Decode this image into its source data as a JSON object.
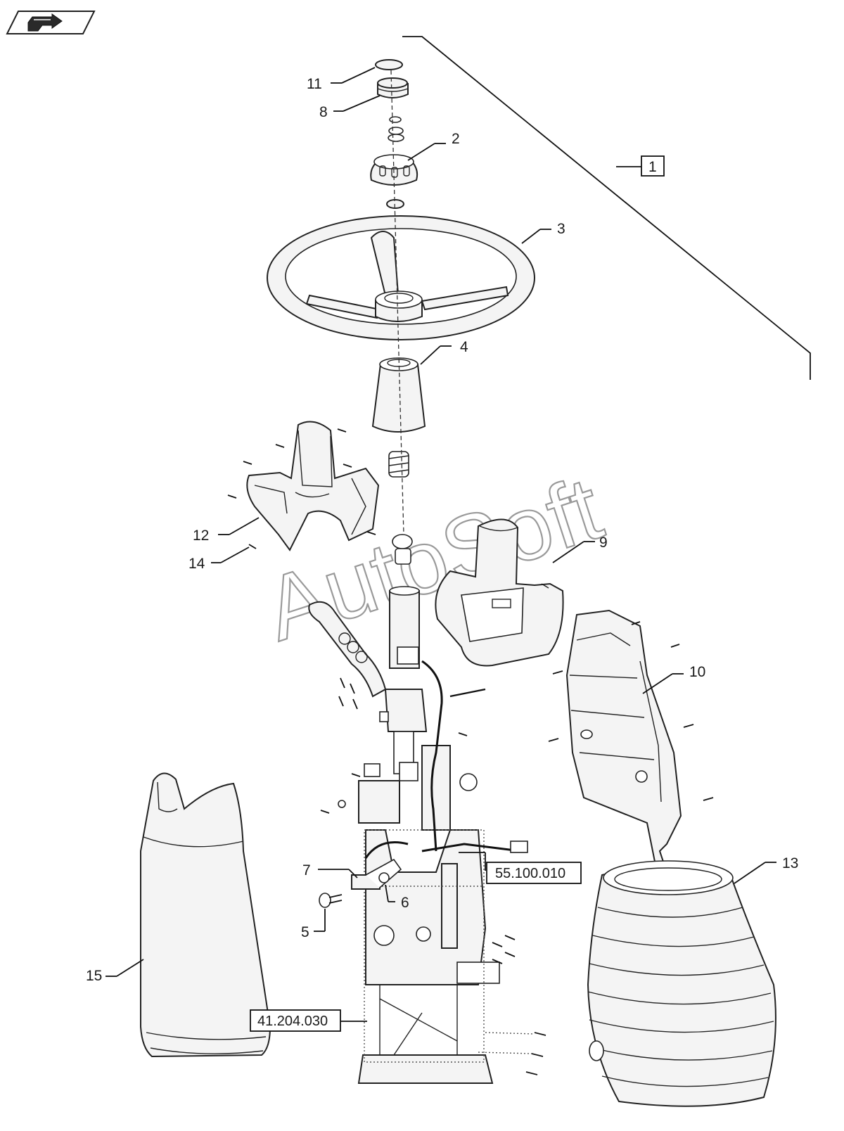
{
  "nav": {
    "back_icon": "hand-pointer-icon"
  },
  "callouts": {
    "c1": "1",
    "c2": "2",
    "c3": "3",
    "c4": "4",
    "c5": "5",
    "c6": "6",
    "c7": "7",
    "c8": "8",
    "c9": "9",
    "c10": "10",
    "c11": "11",
    "c12": "12",
    "c13": "13",
    "c14": "14",
    "c15": "15"
  },
  "references": {
    "ref_a": "55.100.010",
    "ref_b": "41.204.030"
  },
  "watermark": "AutoSoft"
}
